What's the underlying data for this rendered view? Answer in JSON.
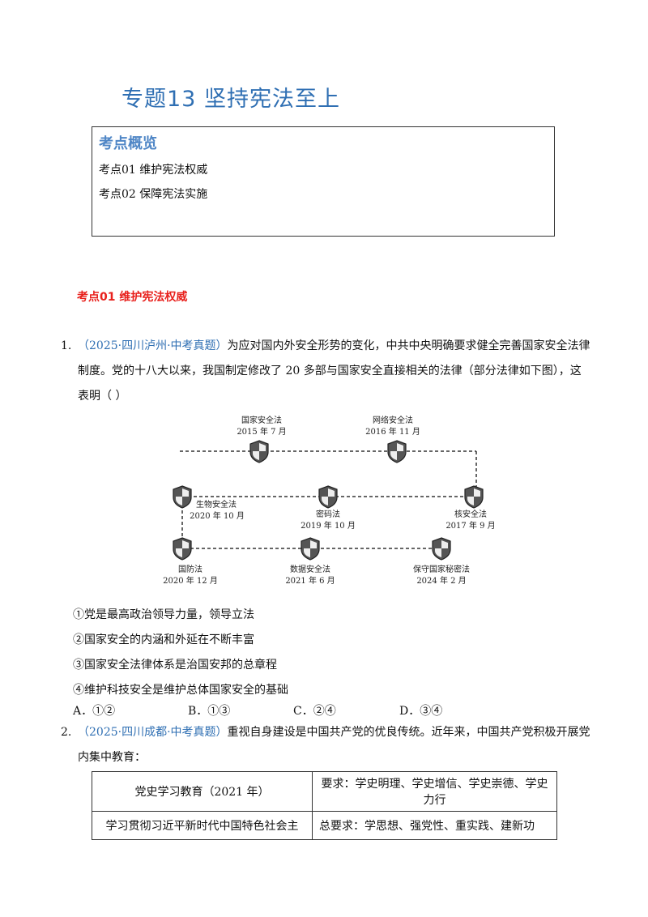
{
  "page_title": "专题13 坚持宪法至上",
  "overview": {
    "heading": "考点概览",
    "items": [
      "考点01  维护宪法权威",
      "考点02  保障宪法实施"
    ]
  },
  "section1": {
    "heading": "考点01  维护宪法权威"
  },
  "q1": {
    "number": "1.",
    "source": "（2025·四川泸州·中考真题）",
    "line1": "为应对国内外安全形势的变化，中共中央明确要求健全完善国家安全法律",
    "line2": "制度。党的十八大以来，我国制定修改了 20 多部与国家安全直接相关的法律（部分法律如下图），这",
    "line3": "表明（    ）",
    "diagram": {
      "nodes": [
        {
          "name": "国家安全法",
          "date": "2015 年 7 月"
        },
        {
          "name": "网络安全法",
          "date": "2016 年 11 月"
        },
        {
          "name": "生物安全法",
          "date": "2020 年 10 月"
        },
        {
          "name": "密码法",
          "date": "2019 年 10 月"
        },
        {
          "name": "核安全法",
          "date": "2017 年 9 月"
        },
        {
          "name": "国防法",
          "date": "2020 年 12 月"
        },
        {
          "name": "数据安全法",
          "date": "2021 年 6 月"
        },
        {
          "name": "保守国家秘密法",
          "date": "2024 年 2 月"
        }
      ]
    },
    "statements": [
      "①党是最高政治领导力量，领导立法",
      "②国家安全的内涵和外延在不断丰富",
      "③国家安全法律体系是治国安邦的总章程",
      "④维护科技安全是维护总体国家安全的基础"
    ],
    "choices": [
      "A．①②",
      "B．①③",
      "C．②④",
      "D．③④"
    ]
  },
  "q2": {
    "number": "2.",
    "source": "（2025·四川成都·中考真题）",
    "line1": "重视自身建设是中国共产党的优良传统。近年来，中国共产党积极开展党",
    "line2": "内集中教育：",
    "table": [
      [
        "党史学习教育（2021 年）",
        "要求：学史明理、学史增信、学史崇德、学史力行"
      ],
      [
        "学习贯彻习近平新时代中国特色社会主",
        "总要求：学思想、强党性、重实践、建新功"
      ]
    ]
  }
}
